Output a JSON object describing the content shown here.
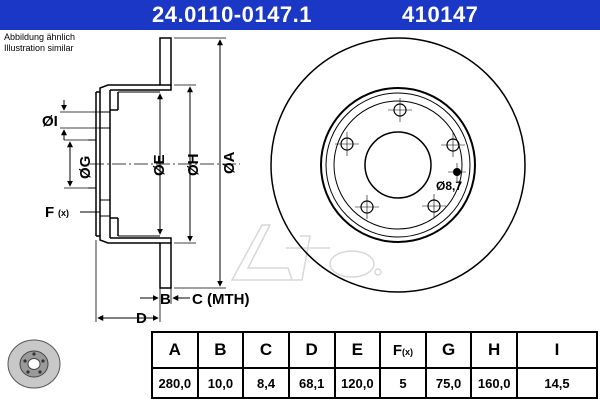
{
  "header": {
    "part_number": "24.0110-0147.1",
    "ref_number": "410147"
  },
  "notes": {
    "line1": "Abbildung ähnlich",
    "line2": "Illustration similar"
  },
  "drawing_labels": {
    "dim_i": "ØI",
    "dim_g": "ØG",
    "dim_e": "ØE",
    "dim_h": "ØH",
    "dim_a": "ØA",
    "force": "F",
    "force_sub": "(x)",
    "b": "B",
    "c_mth": "C (MTH)",
    "d": "D",
    "hole": "Ø8,7"
  },
  "table": {
    "headers": [
      "A",
      "B",
      "C",
      "D",
      "E",
      "F",
      "G",
      "H",
      "I"
    ],
    "f_sub": "(x)",
    "values": [
      "280,0",
      "10,0",
      "8,4",
      "68,1",
      "120,0",
      "5",
      "75,0",
      "160,0",
      "14,5"
    ]
  },
  "colors": {
    "header_bg": "#1a37c6",
    "header_text": "#ffffff",
    "line": "#000000",
    "watermark": "#d8d8d8"
  },
  "icons": {
    "thumbnail": "brake-disc-icon",
    "watermark": "ate-logo"
  }
}
